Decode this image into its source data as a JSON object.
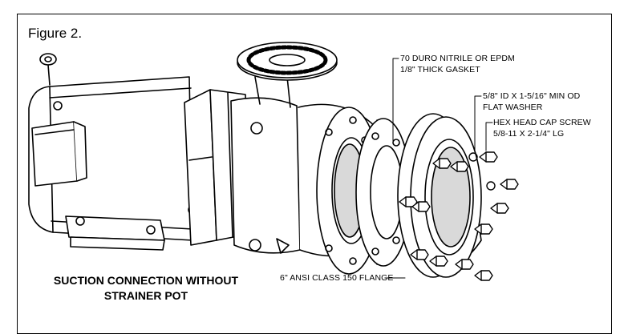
{
  "figure_label": "Figure 2.",
  "callouts": {
    "gasket_line1": "70 DURO NITRILE OR EPDM",
    "gasket_line2": "1/8\" THICK GASKET",
    "washer_line1": "5/8\" ID X 1-5/16\" MIN OD",
    "washer_line2": "FLAT WASHER",
    "screw_line1": "HEX HEAD CAP SCREW",
    "screw_line2": "5/8-11 X 2-1/4\" LG",
    "flange": "6\" ANSI CLASS 150 FLANGE"
  },
  "caption": {
    "line1": "SUCTION CONNECTION WITHOUT",
    "line2": "STRAINER POT"
  },
  "colors": {
    "ink": "#000000",
    "paper": "#ffffff",
    "shade": "#d9d9d9"
  }
}
